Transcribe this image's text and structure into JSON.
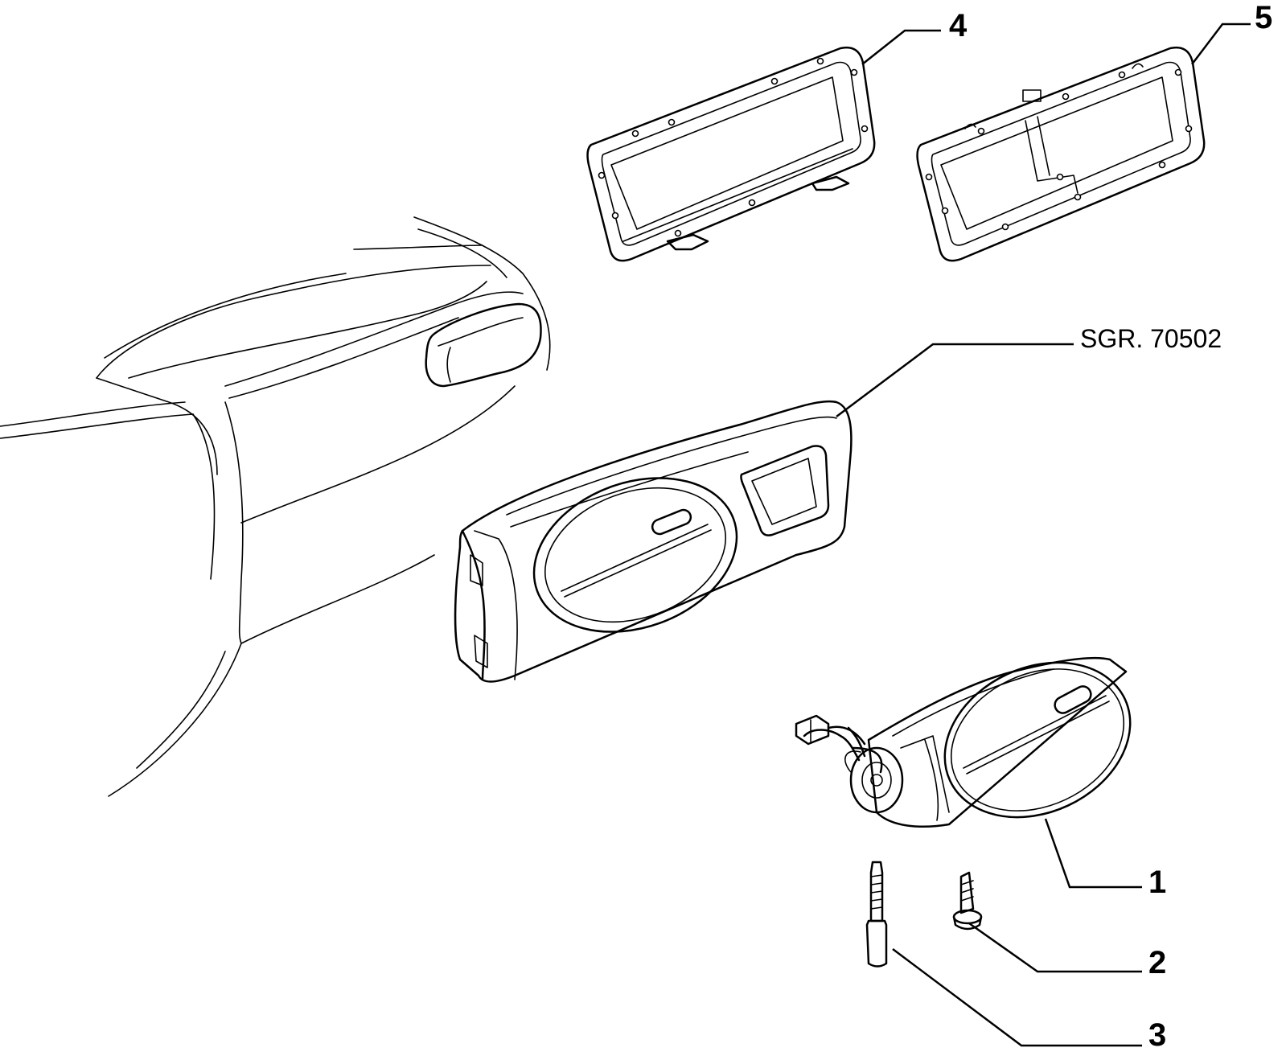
{
  "diagram": {
    "callouts": {
      "part_1": "1",
      "part_2": "2",
      "part_3": "3",
      "part_4": "4",
      "part_5": "5"
    },
    "reference_label": "SGR. 70502"
  },
  "colors": {
    "line": "#000000",
    "background": "#ffffff"
  }
}
